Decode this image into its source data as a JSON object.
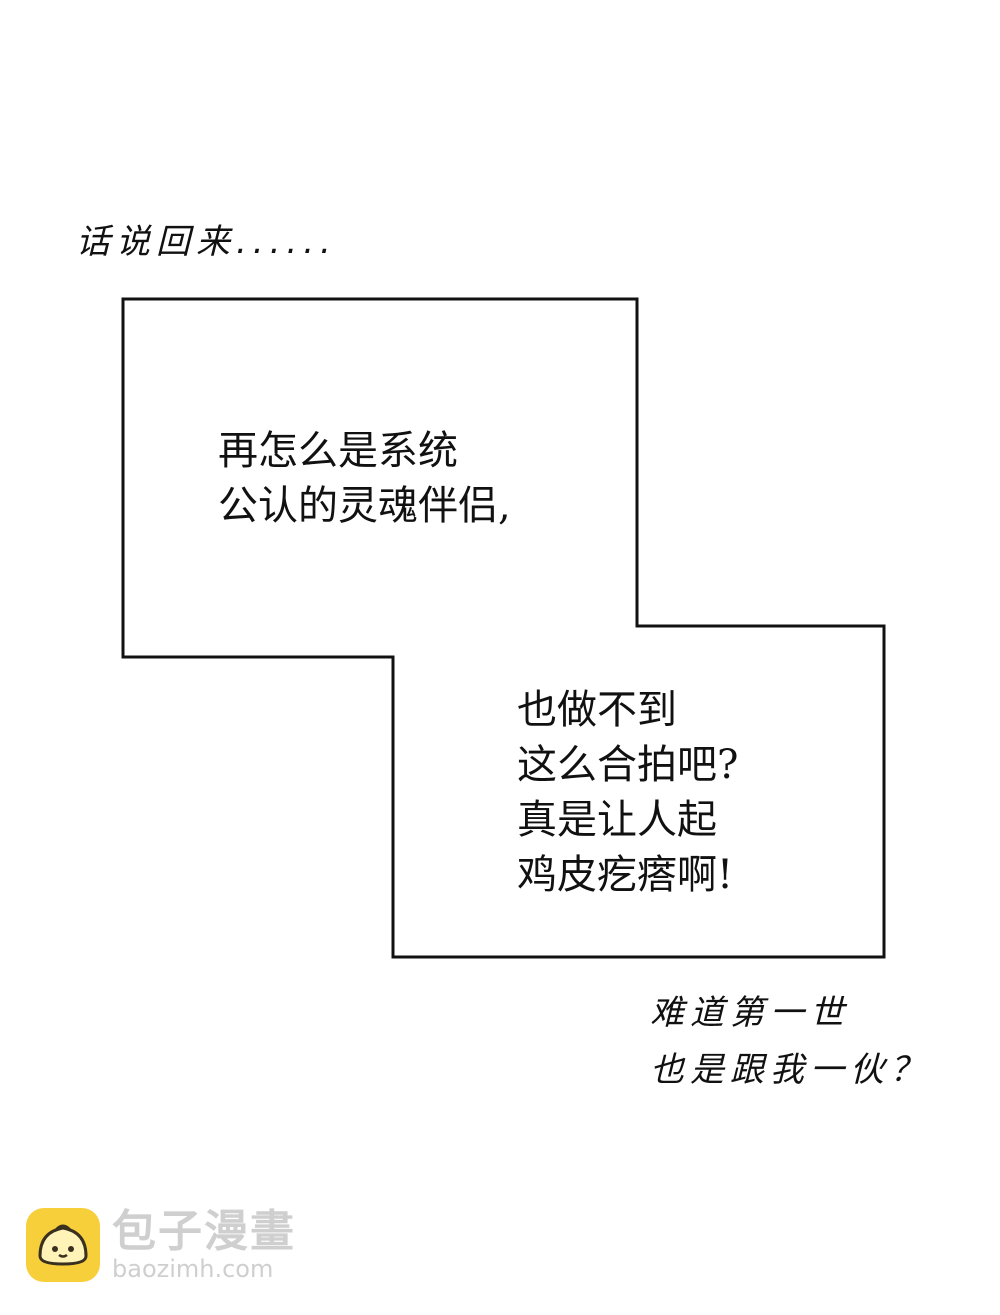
{
  "captions": {
    "top": "话说回来......",
    "bottom": [
      "难道第一世",
      "也是跟我一伙？"
    ]
  },
  "panel": {
    "text_block_1": [
      "再怎么是系统",
      "公认的灵魂伴侣,"
    ],
    "text_block_2": [
      "也做不到",
      "这么合拍吧?",
      "真是让人起",
      "鸡皮疙瘩啊!"
    ]
  },
  "watermark": {
    "name": "包子漫畫",
    "url": "baozimh.com",
    "logo_color": "#f7cf3a",
    "logo_icon": "steamed-bun-icon"
  }
}
